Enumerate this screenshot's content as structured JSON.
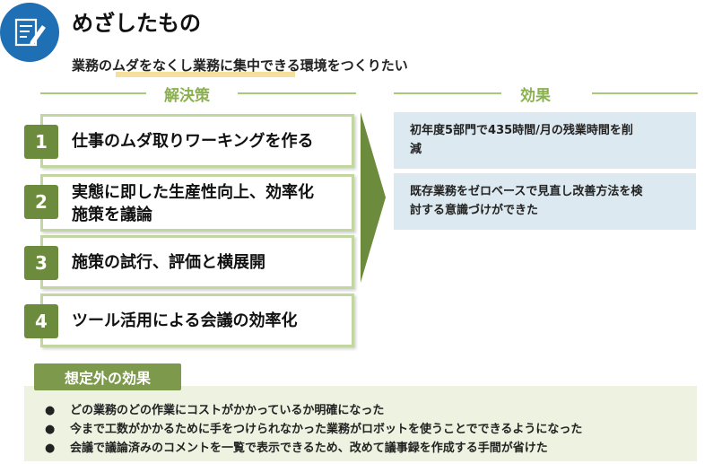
{
  "header": {
    "title": "めざしたもの",
    "subtitle": "業務のムダをなくし業務に集中できる環境をつくりたい"
  },
  "solutions": {
    "label": "解決策",
    "items": [
      {
        "num": "1",
        "text": "仕事のムダ取りワーキングを作る"
      },
      {
        "num": "2",
        "text_line1": "実態に即した生産性向上、効率化",
        "text_line2": "施策を議論"
      },
      {
        "num": "3",
        "text": "施策の試行、評価と横展開"
      },
      {
        "num": "4",
        "text": "ツール活用による会議の効率化"
      }
    ]
  },
  "effects": {
    "label": "効果",
    "items": [
      {
        "line1": "初年度5部門で435時間/月の残業時間を削",
        "line2": "減"
      },
      {
        "line1": "既存業務をゼロベースで見直し改善方法を検",
        "line2": "討する意識づけができた"
      }
    ]
  },
  "unexpected": {
    "label": "想定外の効果",
    "items": [
      "どの業務のどの作業にコストがかかっているか明確になった",
      "今まで工数がかかるために手をつけられなかった業務がロボットを使うことでできるようになった",
      "会議で議論済みのコメントを一覧で表示できるため、改めて議事録を作成する手間が省けた"
    ]
  },
  "colors": {
    "accent_blue": "#1f6fb5",
    "green_dark": "#6d8b3c",
    "green_light": "#c2d7a0",
    "effect_bg": "#dce9f0"
  },
  "icons": [
    "document-edit-icon",
    "bullet-icon",
    "right-arrow-icon"
  ]
}
